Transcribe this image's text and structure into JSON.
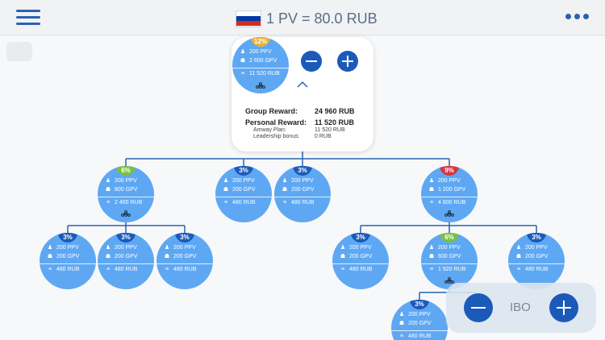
{
  "header": {
    "title": "1 PV = 80.0 RUB",
    "flag": "russia-flag",
    "flag_colors": [
      "#ffffff",
      "#0039a6",
      "#d52b1e"
    ]
  },
  "colors": {
    "accent": "#1b5ab8",
    "node_fill": "#5ea8f3",
    "badge_gold": "#e5b33b",
    "badge_green": "#7bc043",
    "badge_red": "#d9353f",
    "badge_blue": "#1b5ab8"
  },
  "selected_node": {
    "percent": "12%",
    "ppv": "200 PPV",
    "gpv": "2 600 GPV",
    "rub": "11 520 RUB"
  },
  "rewards": {
    "group_label": "Group Reward:",
    "group_value": "24 960 RUB",
    "personal_label": "Personal Reward:",
    "personal_value": "11 520 RUB",
    "plan_label": "Amway Plan:",
    "plan_value": "11 520 RUB",
    "leadership_label": "Leadership bonus:",
    "leadership_value": "0 RUB"
  },
  "nodes": [
    {
      "percent": "6%",
      "badge": "green",
      "ppv": "200 PPV",
      "gpv": "800 GPV",
      "rub": "2 400 RUB",
      "has_children": true
    },
    {
      "percent": "3%",
      "badge": "blue",
      "ppv": "200 PPV",
      "gpv": "200 GPV",
      "rub": "480 RUB",
      "has_children": false
    },
    {
      "percent": "3%",
      "badge": "blue",
      "ppv": "200 PPV",
      "gpv": "200 GPV",
      "rub": "480 RUB",
      "has_children": false
    },
    {
      "percent": "9%",
      "badge": "red",
      "ppv": "200 PPV",
      "gpv": "1 200 GPV",
      "rub": "4 800 RUB",
      "has_children": true
    },
    {
      "percent": "3%",
      "badge": "blue",
      "ppv": "200 PPV",
      "gpv": "200 GPV",
      "rub": "480 RUB",
      "has_children": false
    },
    {
      "percent": "3%",
      "badge": "blue",
      "ppv": "200 PPV",
      "gpv": "200 GPV",
      "rub": "480 RUB",
      "has_children": false
    },
    {
      "percent": "3%",
      "badge": "blue",
      "ppv": "200 PPV",
      "gpv": "200 GPV",
      "rub": "480 RUB",
      "has_children": false
    },
    {
      "percent": "3%",
      "badge": "blue",
      "ppv": "200 PPV",
      "gpv": "200 GPV",
      "rub": "480 RUB",
      "has_children": false
    },
    {
      "percent": "6%",
      "badge": "green",
      "ppv": "200 PPV",
      "gpv": "600 GPV",
      "rub": "1 920 RUB",
      "has_children": true
    },
    {
      "percent": "3%",
      "badge": "blue",
      "ppv": "200 PPV",
      "gpv": "200 GPV",
      "rub": "480 RUB",
      "has_children": false
    },
    {
      "percent": "3%",
      "badge": "blue",
      "ppv": "200 PPV",
      "gpv": "200 GPV",
      "rub": "480 RUB",
      "has_children": false
    }
  ],
  "ibo_panel": {
    "label": "IBO"
  }
}
